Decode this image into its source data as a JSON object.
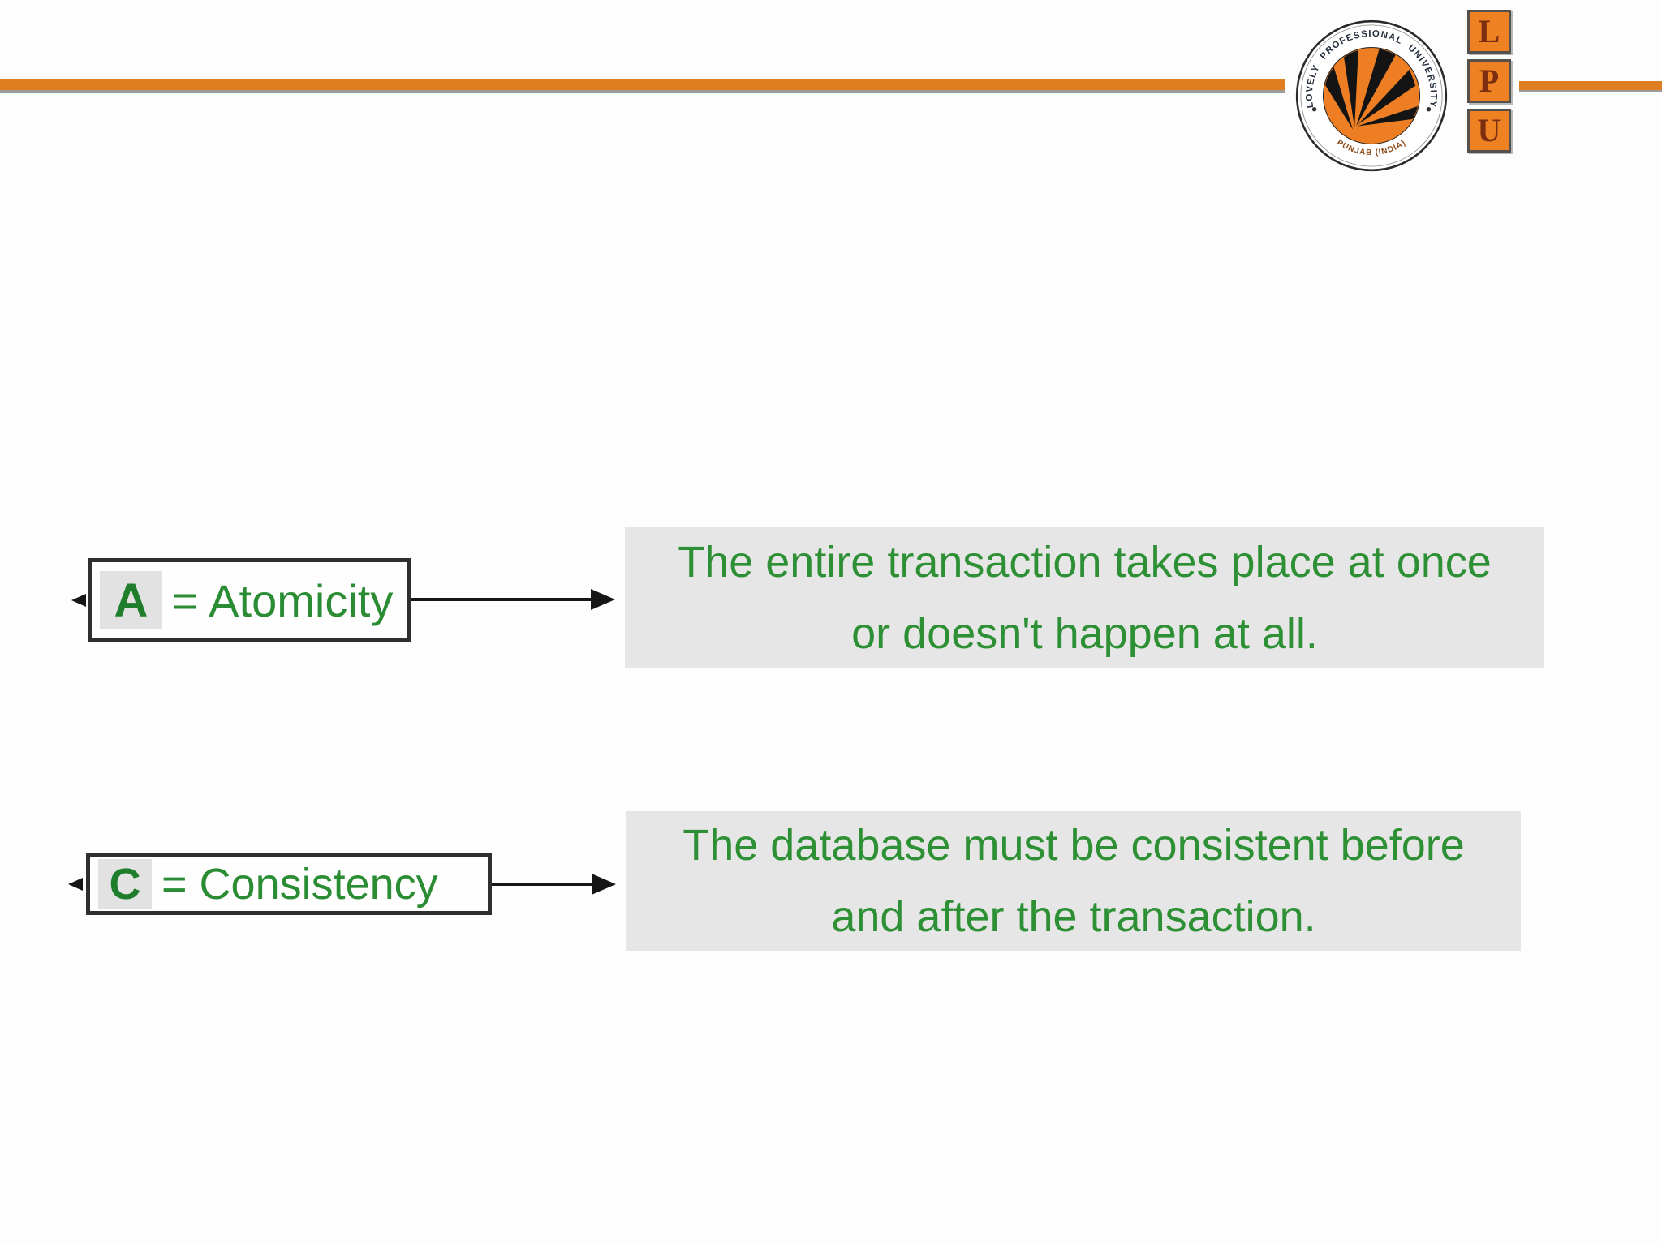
{
  "header": {
    "rule_color": "#df7e20",
    "rule_shadow_color": "#9b9b9b"
  },
  "logo": {
    "seal": {
      "top_arc_text": "LOVELY PROFESSIONAL UNIVERSITY",
      "bottom_arc_text": "PUNJAB (INDIA)",
      "circle_color": "#ed7e23",
      "ray_color": "#141414"
    },
    "lpu": {
      "letters": [
        "L",
        "P",
        "U"
      ],
      "square_color": "#ee8122",
      "letter_color": "#7b2f10"
    }
  },
  "diagram": {
    "colors": {
      "green_text": "#2e9035",
      "letter_green": "#1e7e2b",
      "description_bg": "#e6e6e6",
      "chip_bg": "#e2e2e2",
      "box_border": "#2f2f2f",
      "arrow": "#161616"
    },
    "rows": [
      {
        "letter": "A",
        "label_rest": "= Atomicity",
        "description_lines": [
          "The entire transaction takes place at once",
          "or doesn't happen at all."
        ]
      },
      {
        "letter": "C",
        "label_rest": "= Consistency",
        "description_lines": [
          "The database must be consistent before",
          "and after the transaction."
        ]
      }
    ]
  }
}
